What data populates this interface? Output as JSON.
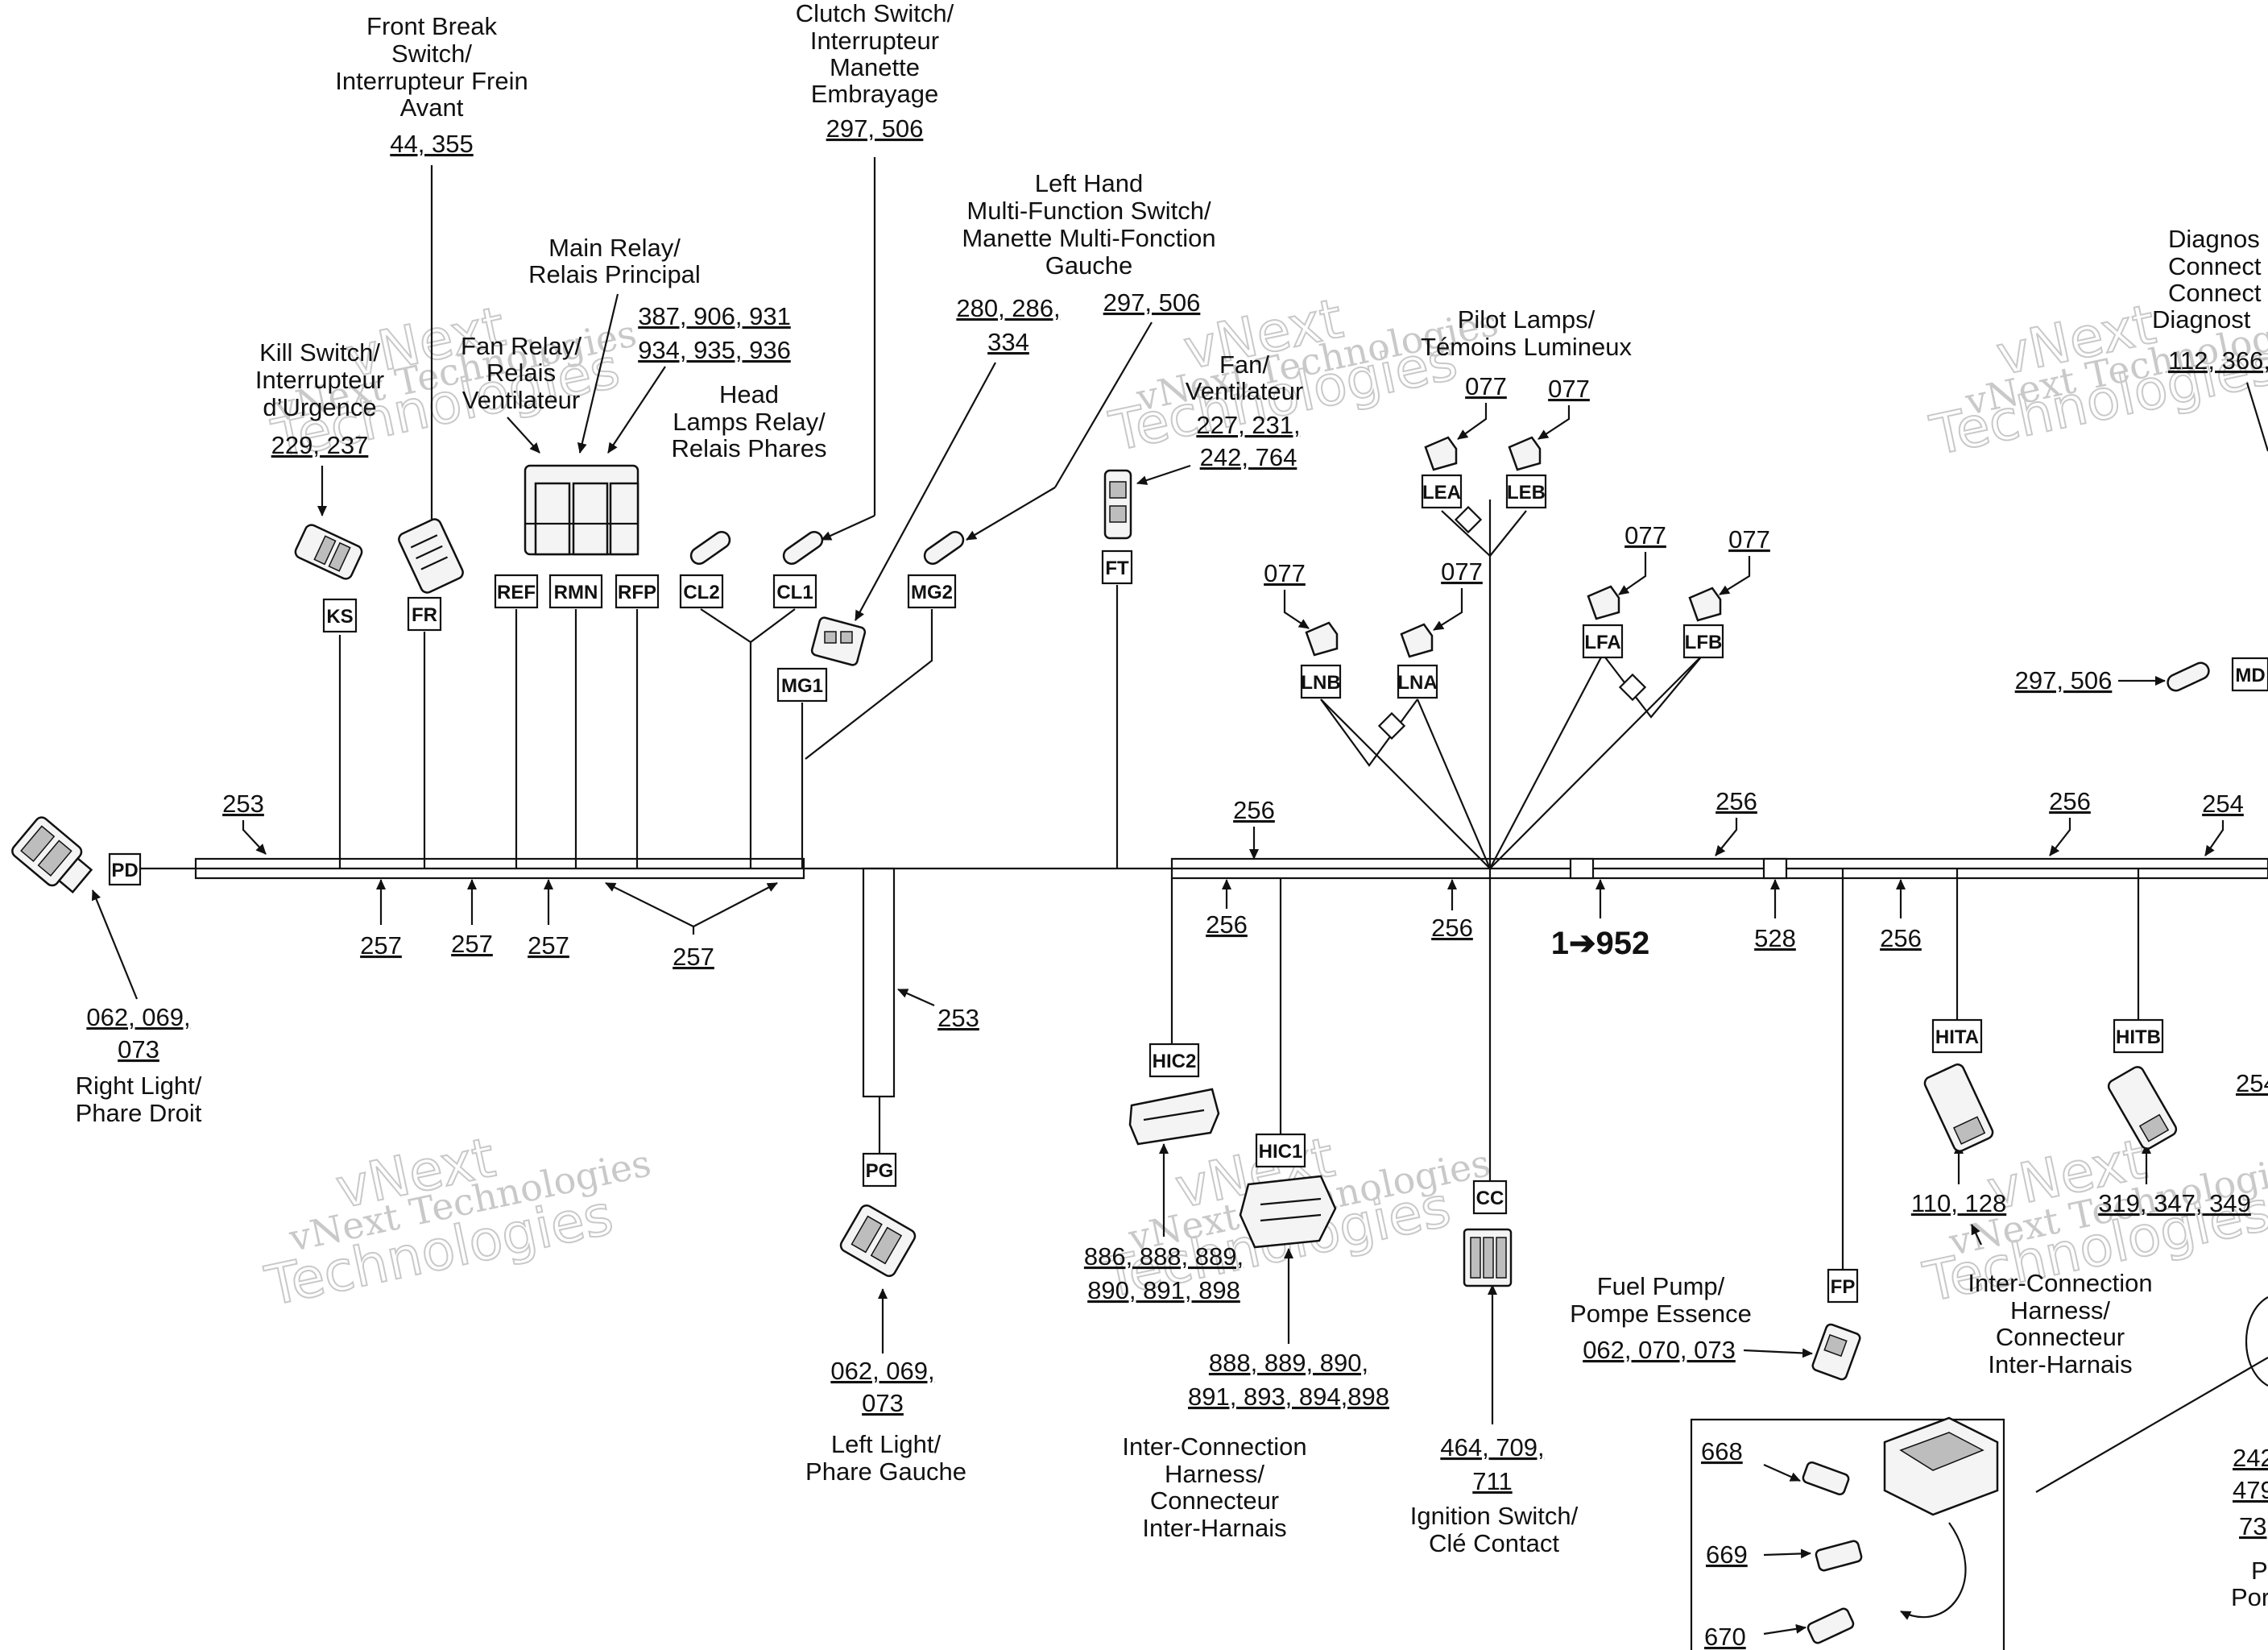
{
  "diagram": {
    "labels": {
      "front_brake_switch": [
        "Front Break",
        "Switch/",
        "Interrupteur Frein",
        "Avant"
      ],
      "clutch_switch": [
        "Clutch Switch/",
        "Interrupteur",
        "Manette",
        "Embrayage"
      ],
      "main_relay": [
        "Main Relay/",
        "Relais Principal"
      ],
      "left_hand_switch": [
        "Left Hand",
        "Multi-Function Switch/",
        "Manette Multi-Fonction",
        "Gauche"
      ],
      "diagnostic_connector": [
        "Diagnos",
        "Connect",
        "Connect",
        "Diagnost"
      ],
      "kill_switch": [
        "Kill Switch/",
        "Interrupteur",
        "d’Urgence"
      ],
      "fan_relay": [
        "Fan Relay/",
        "Relais",
        "Ventilateur"
      ],
      "head_lamps_relay": [
        "Head",
        "Lamps Relay/",
        "Relais Phares"
      ],
      "fan": [
        "Fan/",
        "Ventilateur"
      ],
      "pilot_lamps": [
        "Pilot Lamps/",
        "Témoins Lumineux"
      ],
      "right_light": [
        "Right Light/",
        "Phare Droit"
      ],
      "left_light": [
        "Left Light/",
        "Phare Gauche"
      ],
      "interconnection_harness_1": [
        "Inter-Connection",
        "Harness/",
        "Connecteur",
        "Inter-Harnais"
      ],
      "ignition_switch": [
        "Ignition Switch/",
        "Clé Contact"
      ],
      "fuel_pump": [
        "Fuel Pump/",
        "Pompe Essence"
      ],
      "interconnection_harness_2": [
        "Inter-Connection",
        "Harness/",
        "Connecteur",
        "Inter-Harnais"
      ],
      "right_cut_p": "P",
      "right_cut_por": "Por"
    },
    "refs": {
      "r_44_355": "44, 355",
      "r_297_506_top": "297, 506",
      "r_387": "387, 906, 931",
      "r_934": "934, 935, 936",
      "r_280": "280, 286,",
      "r_334": "334",
      "r_297_506_mid": "297, 506",
      "r_229": "229, 237",
      "r_227": "227, 231,",
      "r_242": "242, 764",
      "r_112": "112, 366,",
      "r_077_a": "077",
      "r_077_b": "077",
      "r_077_c": "077",
      "r_077_d": "077",
      "r_077_e": "077",
      "r_077_f": "077",
      "r_297_506_md": "297, 506",
      "r_253_a": "253",
      "r_253_b": "253",
      "r_256_a": "256",
      "r_256_b": "256",
      "r_256_c": "256",
      "r_256_d": "256",
      "r_256_e": "256",
      "r_256_f": "256",
      "r_254_a": "254",
      "r_254_b": "254",
      "r_257_a": "257",
      "r_257_b": "257",
      "r_257_c": "257",
      "r_257_d": "257",
      "r_1_952": "1➔952",
      "r_528": "528",
      "r_062_right_1": "062, 069,",
      "r_062_right_2": "073",
      "r_062_left_1": "062, 069,",
      "r_062_left_2": "073",
      "r_886_1": "886, 888, 889,",
      "r_886_2": "890, 891, 898",
      "r_888_1": "888, 889, 890,",
      "r_888_2": "891, 893, 894,898",
      "r_464_1": "464, 709,",
      "r_464_2": "711",
      "r_110": "110, 128",
      "r_319": "319, 347, 349",
      "r_062_fp": "062, 070, 073",
      "r_668": "668",
      "r_669": "669",
      "r_670": "670",
      "r_242_cut": "242",
      "r_479_cut": "479",
      "r_73_cut": "73"
    },
    "tags": {
      "PD": "PD",
      "KS": "KS",
      "FR": "FR",
      "REF": "REF",
      "RMN": "RMN",
      "RFP": "RFP",
      "CL2": "CL2",
      "CL1": "CL1",
      "MG1": "MG1",
      "MG2": "MG2",
      "FT": "FT",
      "LEA": "LEA",
      "LEB": "LEB",
      "LNB": "LNB",
      "LNA": "LNA",
      "LFA": "LFA",
      "LFB": "LFB",
      "MD": "MD",
      "PG": "PG",
      "HIC2": "HIC2",
      "HIC1": "HIC1",
      "CC": "CC",
      "HITA": "HITA",
      "HITB": "HITB",
      "FP": "FP"
    },
    "watermark": {
      "top": "vNext",
      "bottom": "Technologies",
      "small": "vNext Technologies"
    }
  }
}
